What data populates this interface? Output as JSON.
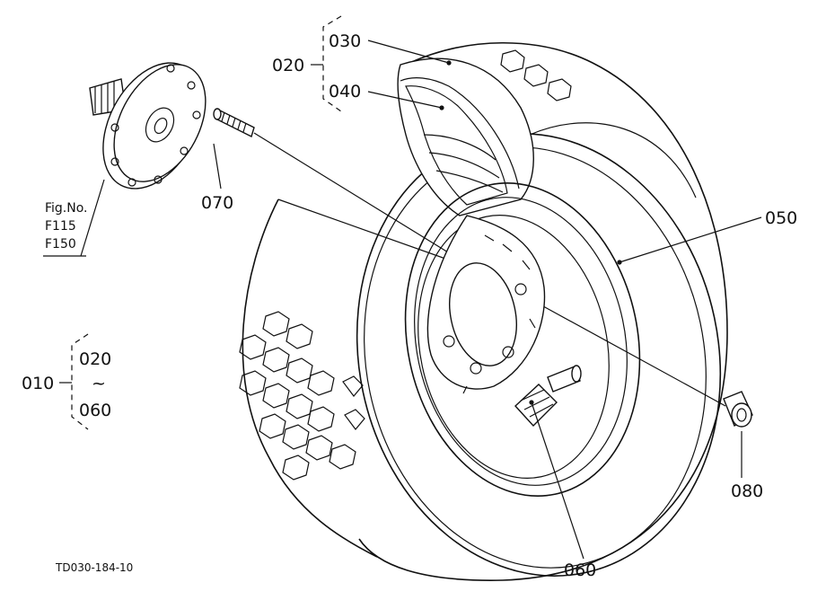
{
  "diagram": {
    "callouts": {
      "p010": "010",
      "p020": "020",
      "p030": "030",
      "p040": "040",
      "p050": "050",
      "p060": "060",
      "p070": "070",
      "p080": "080"
    },
    "range_group": {
      "from": "020",
      "tilde": "~",
      "to": "060"
    },
    "fig_ref": {
      "line1": "Fig.No.",
      "line2": "F115",
      "line3": "F150"
    },
    "drawing_id": "TD030-184-10"
  }
}
